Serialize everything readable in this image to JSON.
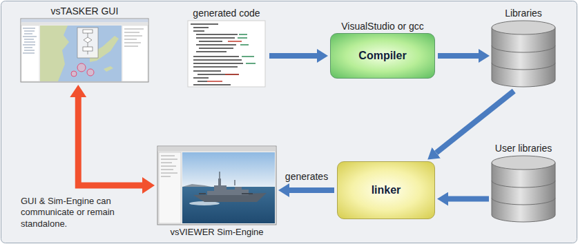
{
  "diagram": {
    "nodes": [
      {
        "text": [
          "vsTASKER GUI"
        ]
      },
      {
        "text": [
          "generated code"
        ]
      },
      {
        "text": [
          "VisualStudio or gcc",
          "Compiler"
        ]
      },
      {
        "text": [
          "Libraries"
        ]
      },
      {
        "text": [
          "vsVIEWER Sim-Engine"
        ]
      },
      {
        "text": [
          "linker"
        ]
      },
      {
        "text": [
          "User libraries"
        ]
      }
    ],
    "edges": [
      {
        "from": 1,
        "to": 2,
        "arrow": "to"
      },
      {
        "from": 2,
        "to": 3,
        "arrow": "to"
      },
      {
        "from": 3,
        "to": 5,
        "arrow": "to"
      },
      {
        "from": 6,
        "to": 5,
        "arrow": "to"
      },
      {
        "from": 5,
        "to": 4,
        "label": "generates",
        "arrow": "to"
      },
      {
        "from": 0,
        "to": 4,
        "arrow": "both"
      }
    ],
    "labels": [
      "GUI & Sim-Engine can communicate or remain standalone."
    ]
  }
}
